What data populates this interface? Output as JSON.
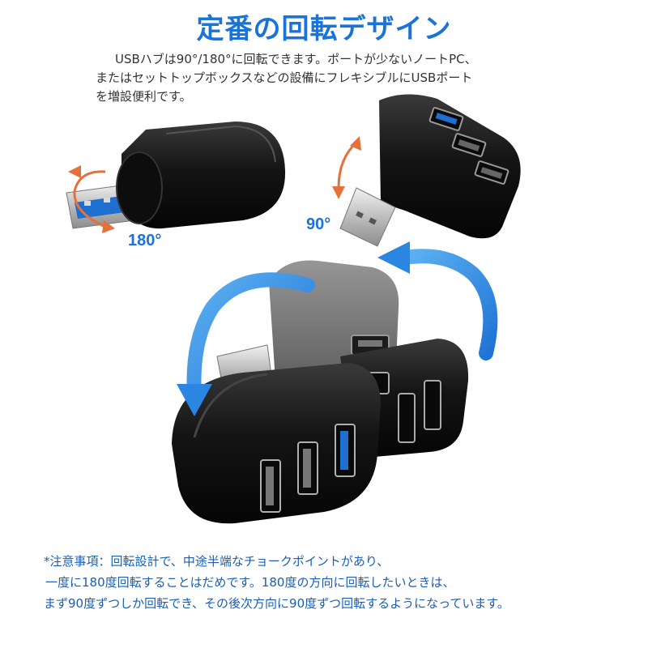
{
  "title": "定番の回転デザイン",
  "intro": {
    "line1": "USBハブは90°/180°に回転できます。ポートが少ないノートPC、",
    "line2": "またはセットトップボックスなどの設備にフレキシブルにUSBポート",
    "line3": "を増設便利です。"
  },
  "rotation_labels": {
    "left": "180°",
    "right": "90°"
  },
  "note": {
    "line1": "*注意事項：回転設計で、中途半端なチョークポイントがあり、",
    "line2": "一度に180度回転することはだめです。180度の方向に回転したいときは、",
    "line3": "まず90度ずつしか回転でき、その後次方向に90度ずつ回転するようになっています。"
  },
  "colors": {
    "accent": "#1a73d9",
    "arrow_blue": "#2a86e0",
    "rotate_arrow": "#e5703a",
    "body_black": "#141414",
    "usb3_blue": "#1e6fd0"
  },
  "icons": [
    "rotate-arrow-icon",
    "rotation-arrow-icon"
  ]
}
